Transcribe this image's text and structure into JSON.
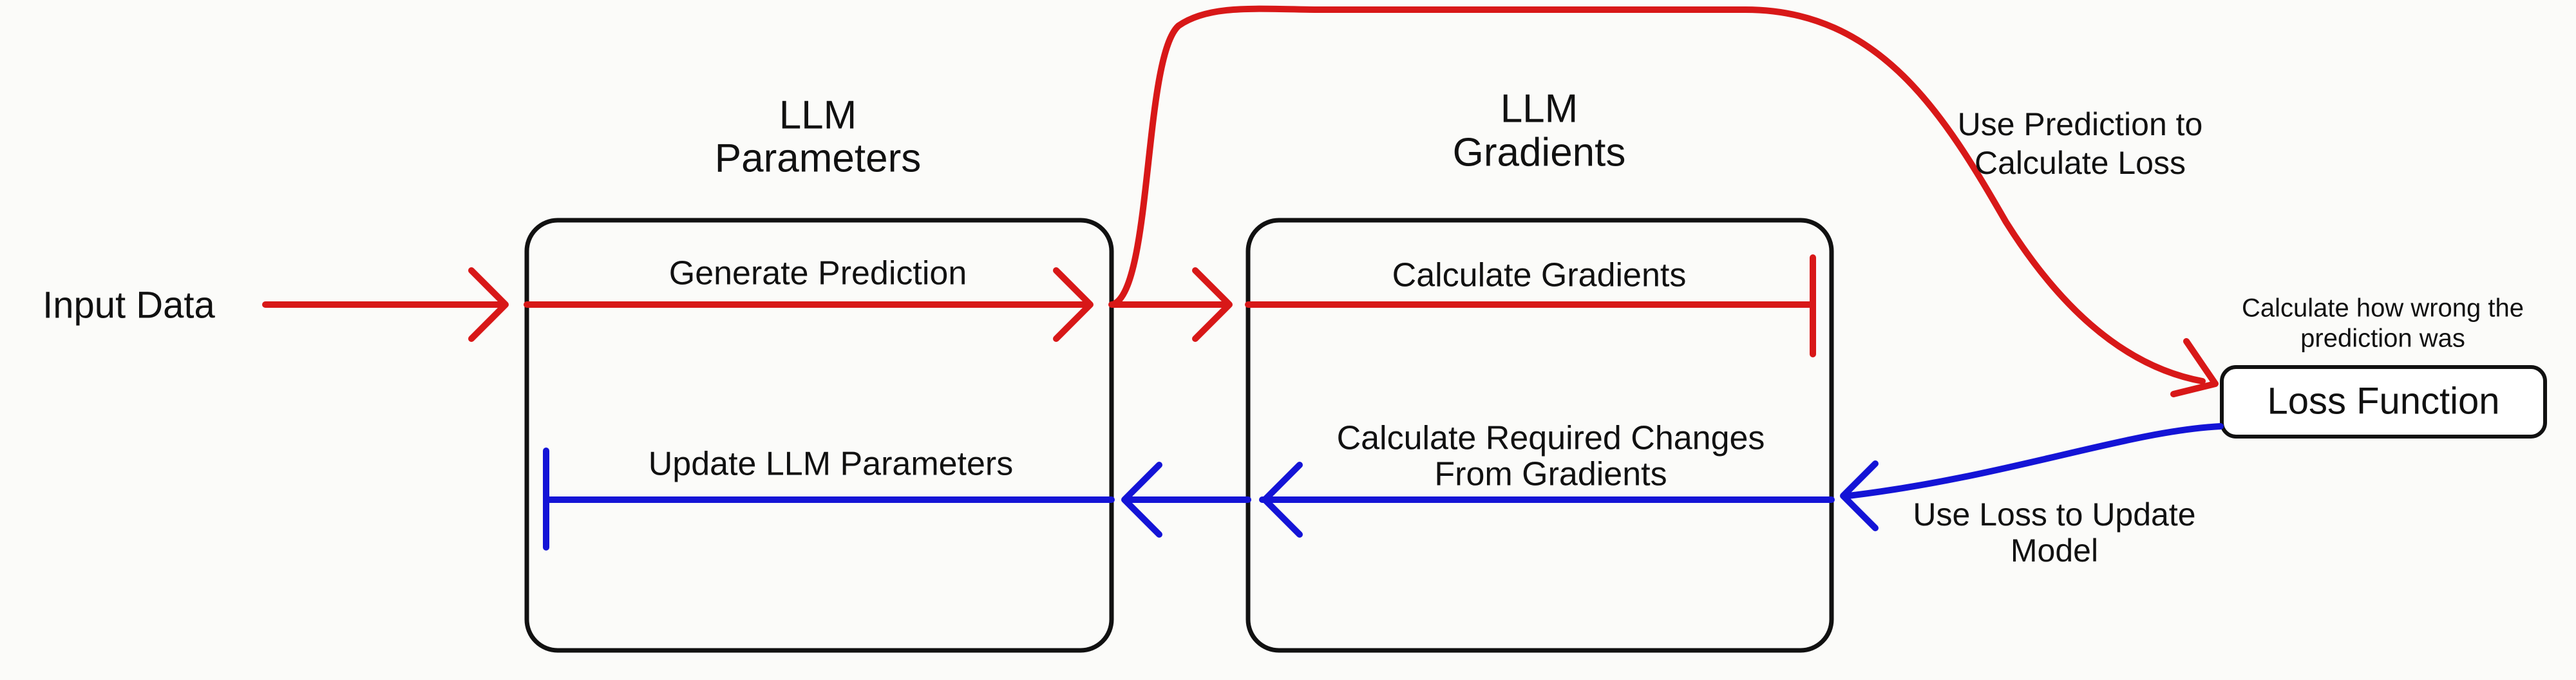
{
  "colors": {
    "forward": "#d81818",
    "backward": "#1414d6",
    "outline": "#111111",
    "background": "#fbfbf9"
  },
  "labels": {
    "input_data": "Input Data",
    "llm_parameters_line1": "LLM",
    "llm_parameters_line2": "Parameters",
    "llm_gradients_line1": "LLM",
    "llm_gradients_line2": "Gradients",
    "generate_prediction": "Generate Prediction",
    "calculate_gradients": "Calculate Gradients",
    "use_prediction_line1": "Use Prediction to",
    "use_prediction_line2": "Calculate Loss",
    "loss_desc_line1": "Calculate how wrong the",
    "loss_desc_line2": "prediction was",
    "loss_function": "Loss Function",
    "update_llm_parameters": "Update LLM Parameters",
    "required_changes_line1": "Calculate Required Changes",
    "required_changes_line2": "From Gradients",
    "use_loss_line1": "Use Loss to Update",
    "use_loss_line2": "Model"
  }
}
